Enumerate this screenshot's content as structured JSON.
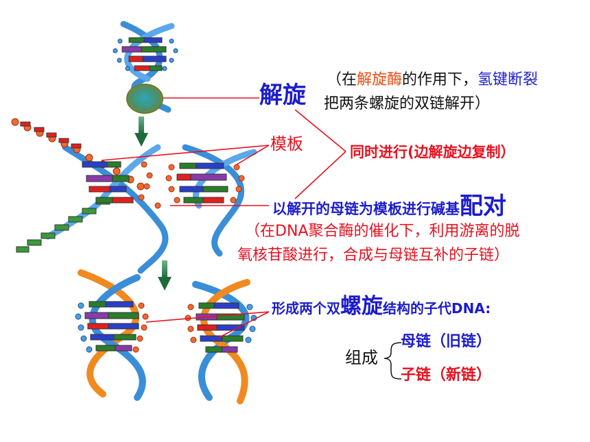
{
  "unwind": {
    "label": "解旋",
    "note_open": "（在",
    "enzyme": "解旋酶",
    "note_mid": "的作用下，",
    "hbond": "氢键断裂",
    "line2": "把两条螺旋的双链解开）"
  },
  "template": {
    "label": "模板"
  },
  "simultaneous": {
    "text": "同时进行(边解旋边复制）"
  },
  "pairing": {
    "text": "以解开的母链为模板进行碱基",
    "big": "配对",
    "note1": "（在DNA聚合酶的催化下，利用游离的脱",
    "note2": "氧核苷酸进行，合成与母链互补的子链）"
  },
  "result": {
    "text1": "形成两个双",
    "big": "螺旋",
    "text2": "结构的子代DNA:"
  },
  "composition": {
    "label": "组成",
    "parent": "母链（旧链）",
    "daughter": "子链（新链）"
  },
  "colors": {
    "blue_text": "#1c1ccc",
    "red_text": "#e8101e",
    "enzyme_text": "#f04a10",
    "backbone_blue": "#3a8ed8",
    "backbone_orange": "#f08a20",
    "arrow_green": "#2f7d4a",
    "annotation_line": "#e8101e"
  },
  "icons": [
    "dna-helix-icon",
    "helicase-enzyme-icon",
    "down-arrow-icon"
  ]
}
